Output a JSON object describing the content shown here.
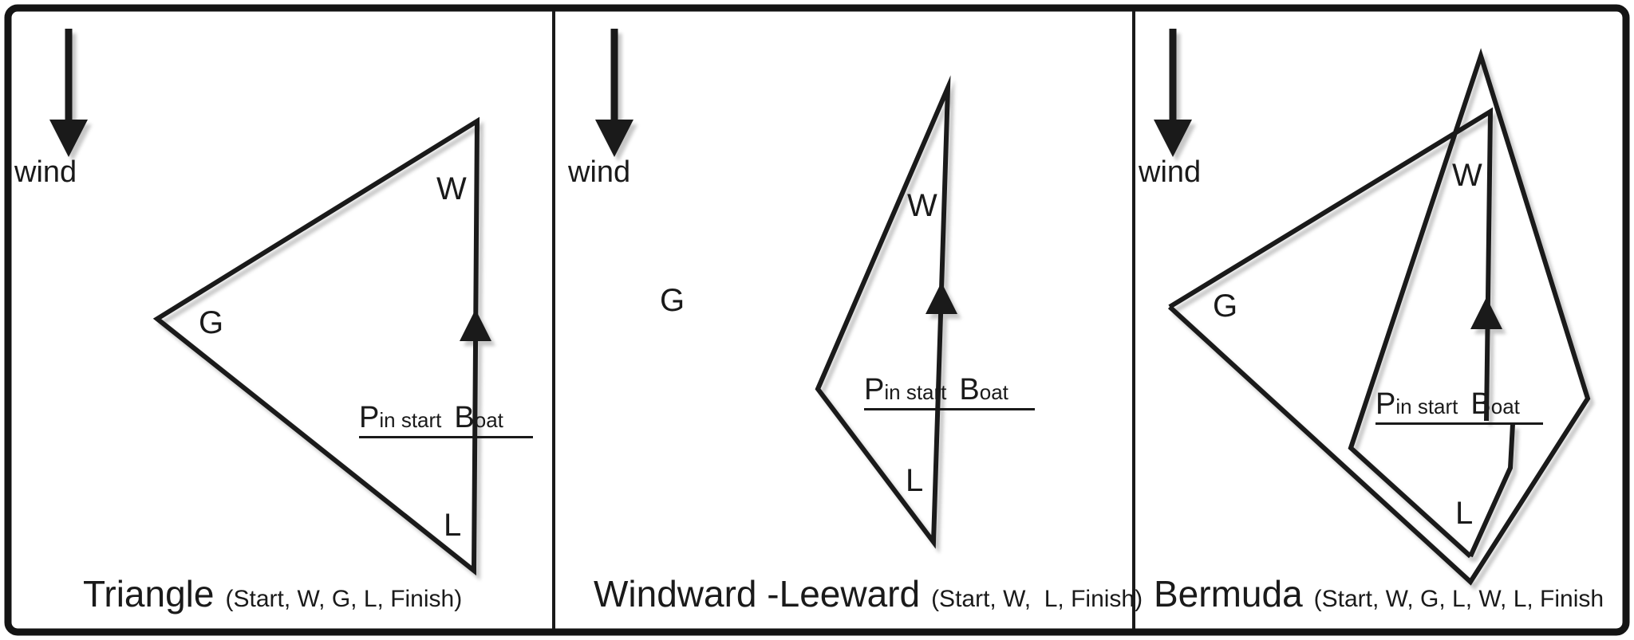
{
  "canvas": {
    "background": "#ffffff",
    "ink": "#1a1a1a",
    "shadow": "rgba(0,0,0,0.22)"
  },
  "panels": [
    {
      "name": "triangle",
      "wind_label": "wind",
      "marks": {
        "windward": "W",
        "gybe": "G",
        "leeward": "L"
      },
      "start_line": {
        "pin_initial": "P",
        "pin_rest": "in start",
        "boat_initial": "B",
        "boat_rest": "oat"
      },
      "caption": "Triangle",
      "caption_detail": "(Start, W, G, L, Finish)"
    },
    {
      "name": "windward-leeward",
      "wind_label": "wind",
      "marks": {
        "windward": "W",
        "gybe": "G",
        "leeward": "L"
      },
      "start_line": {
        "pin_initial": "P",
        "pin_rest": "in start",
        "boat_initial": "B",
        "boat_rest": "oat"
      },
      "caption": "Windward -Leeward",
      "caption_detail": "(Start, W,  L, Finish)"
    },
    {
      "name": "bermuda",
      "wind_label": "wind",
      "marks": {
        "windward": "W",
        "gybe": "G",
        "leeward": "L"
      },
      "start_line": {
        "pin_initial": "P",
        "pin_rest": "in start",
        "boat_initial": "B",
        "boat_rest": "oat"
      },
      "caption": "Bermuda",
      "caption_detail": "(Start, W, G, L, W, L, Finish"
    }
  ]
}
